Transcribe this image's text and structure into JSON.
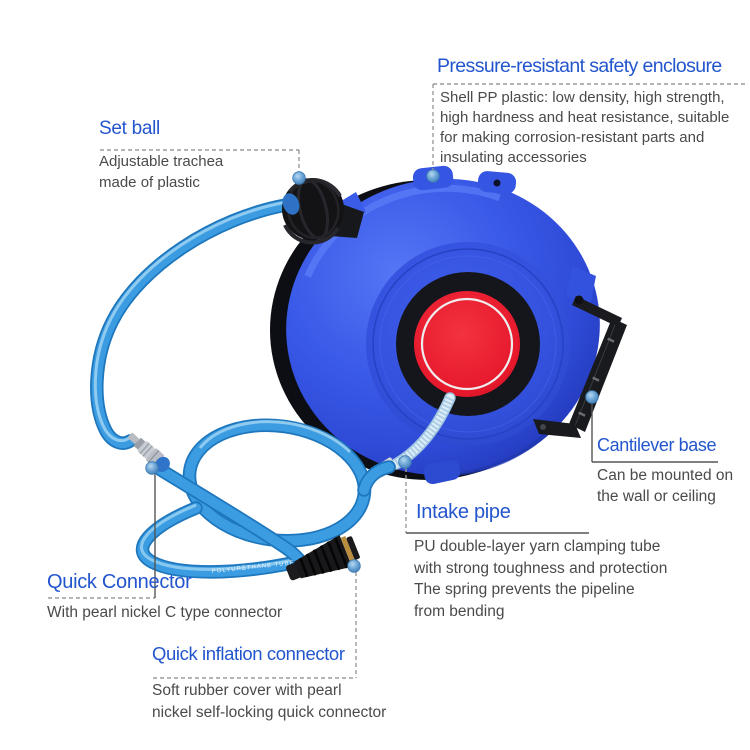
{
  "colors": {
    "title_blue": "#2356cd",
    "body_gray": "#4a4a4a",
    "leader_gray": "#9b9b9b",
    "leader_dark": "#555555",
    "drum_blue": "#2f4fd8",
    "hose_blue": "#3b9ce2",
    "center_red": "#e7182c",
    "marker_blue": "#6fa8d8"
  },
  "annotations": {
    "pressure": {
      "title": "Pressure-resistant safety enclosure",
      "body": "Shell PP plastic: low density, high strength,\nhigh hardness and heat resistance, suitable\nfor making corrosion-resistant parts and\ninsulating accessories"
    },
    "set_ball": {
      "title": "Set ball",
      "body": "Adjustable trachea\nmade of plastic"
    },
    "cantilever": {
      "title": "Cantilever base",
      "body": "Can be mounted on\nthe wall or ceiling"
    },
    "intake": {
      "title": "Intake pipe",
      "body": "PU double-layer yarn clamping tube\nwith strong toughness and protection\nThe spring prevents the pipeline\nfrom bending"
    },
    "quick_connector": {
      "title": "Quick Connector",
      "body": "With pearl nickel C type connector"
    },
    "quick_inflation": {
      "title": "Quick inflation connector",
      "body": "Soft rubber cover with pearl\nnickel self-locking quick connector"
    }
  },
  "hose_print": "POLYURETHANE TUBE"
}
